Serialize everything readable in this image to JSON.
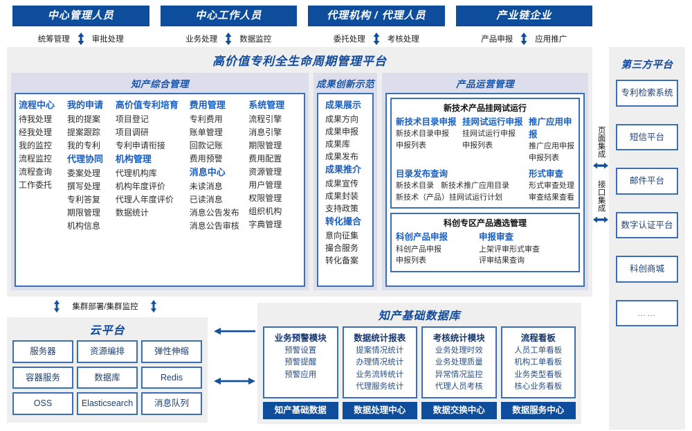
{
  "colors": {
    "brand_dark_blue": "#0d4d9b",
    "brand_blue": "#1a5fc0",
    "border_blue": "#3b6fb5",
    "panel_bg": "#efefef",
    "group_bg": "#dcdeec",
    "heading_blue": "#114a9c"
  },
  "roles": [
    {
      "title": "中心管理人员",
      "left_action": "统筹管理",
      "right_action": "审批处理"
    },
    {
      "title": "中心工作人员",
      "left_action": "业务处理",
      "right_action": "数据监控"
    },
    {
      "title": "代理机构 / 代理人员",
      "left_action": "委托处理",
      "right_action": "考核处理"
    },
    {
      "title": "产业链企业",
      "left_action": "产品申报",
      "right_action": "应用推广"
    }
  ],
  "platform": {
    "title": "高价值专利全生命周期管理平台",
    "groups": {
      "zhichan": {
        "title": "知产综合管理",
        "columns": [
          {
            "sections": [
              {
                "heading": "流程中心",
                "items": [
                  "待我处理",
                  "经我处理",
                  "我的监控",
                  "流程监控",
                  "流程查询",
                  "工作委托"
                ]
              }
            ]
          },
          {
            "sections": [
              {
                "heading": "我的申请",
                "items": [
                  "我的提案",
                  "提案跟踪",
                  "我的专利"
                ]
              },
              {
                "heading": "代理协同",
                "items": [
                  "委案处理",
                  "撰写处理",
                  "专利答复",
                  "期限管理",
                  "机构信息"
                ]
              }
            ]
          },
          {
            "sections": [
              {
                "heading": "高价值专利培育",
                "items": [
                  "项目登记",
                  "项目调研",
                  "专利申请衔接"
                ]
              },
              {
                "heading": "机构管理",
                "items": [
                  "代理机构库",
                  "机构年度评价",
                  "代理人年度评价",
                  "数据统计"
                ]
              }
            ]
          },
          {
            "sections": [
              {
                "heading": "费用管理",
                "items": [
                  "专利费用",
                  "账单管理",
                  "回款记账",
                  "费用预警"
                ]
              },
              {
                "heading": "消息中心",
                "items": [
                  "未读消息",
                  "已读消息",
                  "消息公告发布",
                  "消息公告审核"
                ]
              }
            ]
          },
          {
            "sections": [
              {
                "heading": "系统管理",
                "items": [
                  "流程引擎",
                  "消息引擎",
                  "期限管理",
                  "费用配置",
                  "资源管理",
                  "用户管理",
                  "权限管理",
                  "组织机构",
                  "字典管理"
                ]
              }
            ]
          }
        ]
      },
      "chengguo": {
        "title": "成果创新示范",
        "sections": [
          {
            "heading": "成果展示",
            "items": [
              "成果方向",
              "成果申报",
              "成果库",
              "成果发布"
            ]
          },
          {
            "heading": "成果推介",
            "items": [
              "成果宣传",
              "成果封装",
              "支持政策"
            ]
          },
          {
            "heading": "转化撮合",
            "items": [
              "意向征集",
              "撮合服务",
              "转化备案"
            ]
          }
        ]
      },
      "chanpin": {
        "title": "产品运营管理",
        "subboxes": [
          {
            "title": "新技术产品挂网试运行",
            "columns": [
              {
                "heading": "新技术目录申报",
                "items": [
                  "新技术目录申报",
                  "申报列表"
                ]
              },
              {
                "heading": "挂网试运行申报",
                "items": [
                  "挂网试运行申报",
                  "申报列表"
                ]
              },
              {
                "heading": "推广应用申报",
                "items": [
                  "推广应用申报",
                  "申报列表"
                ]
              }
            ],
            "wide_left": {
              "heading": "目录发布查询",
              "row1": [
                "新技术目录",
                "新技术推广应用目录"
              ],
              "row2": "新技术（产品）挂网试运行计划"
            },
            "wide_right": {
              "heading": "形式审查",
              "items": [
                "形式审查处理",
                "审查结果查看"
              ]
            }
          },
          {
            "title": "科创专区产品遴选管理",
            "columns2": [
              {
                "heading": "科创产品申报",
                "items": [
                  "科创产品申报",
                  "申报列表"
                ]
              },
              {
                "heading": "申报审查",
                "items": [
                  "上架评审形式审查",
                  "评审结果查询"
                ]
              }
            ]
          }
        ]
      }
    }
  },
  "integration": {
    "items": [
      {
        "label": "页面集成"
      },
      {
        "label": "接口集成"
      }
    ]
  },
  "third_party": {
    "title": "第三方平台",
    "items": [
      "专利检索系统",
      "短信平台",
      "邮件平台",
      "数字认证平台",
      "科创商城",
      "……"
    ]
  },
  "cluster": {
    "label": "集群部署/集群监控"
  },
  "cloud": {
    "title": "云平台",
    "cells": [
      "服务器",
      "资源编排",
      "弹性伸缩",
      "容器服务",
      "数据库",
      "Redis",
      "OSS",
      "Elasticsearch",
      "消息队列"
    ]
  },
  "database": {
    "title": "知产基础数据库",
    "columns": [
      {
        "heading": "业务预警模块",
        "items": [
          "预警设置",
          "预警提醒",
          "预警应用"
        ],
        "footer": "知产基础数据"
      },
      {
        "heading": "数据统计报表",
        "items": [
          "提案情况统计",
          "办理情况统计",
          "业务流转统计",
          "代理服务统计"
        ],
        "footer": "数据处理中心"
      },
      {
        "heading": "考核统计模块",
        "items": [
          "业务处理时效",
          "业务处理质量",
          "异常情况监控",
          "代理人员考核"
        ],
        "footer": "数据交换中心"
      },
      {
        "heading": "流程看板",
        "items": [
          "人员工单看板",
          "机构工单看板",
          "业务类型看板",
          "核心业务看板"
        ],
        "footer": "数据服务中心"
      }
    ]
  }
}
